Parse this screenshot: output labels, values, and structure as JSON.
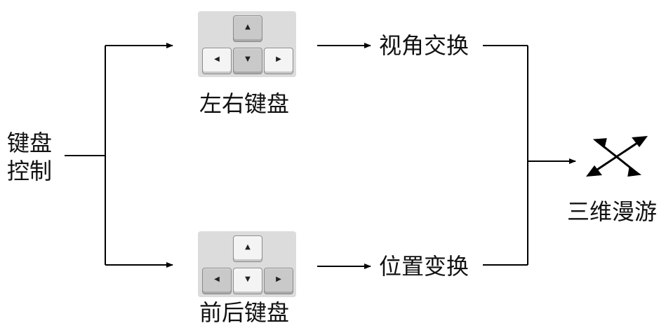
{
  "input": {
    "line1": "键盘",
    "line2": "控制"
  },
  "branches": {
    "top": {
      "keyboard_label": "左右键盘",
      "result_label": "视角交换"
    },
    "bottom": {
      "keyboard_label": "前后键盘",
      "result_label": "位置变换"
    }
  },
  "output": {
    "label": "三维漫游",
    "icon": "crossed-double-arrows-icon"
  },
  "keycaps": {
    "up": "▲",
    "down": "▼",
    "left": "◀",
    "right": "▶"
  }
}
